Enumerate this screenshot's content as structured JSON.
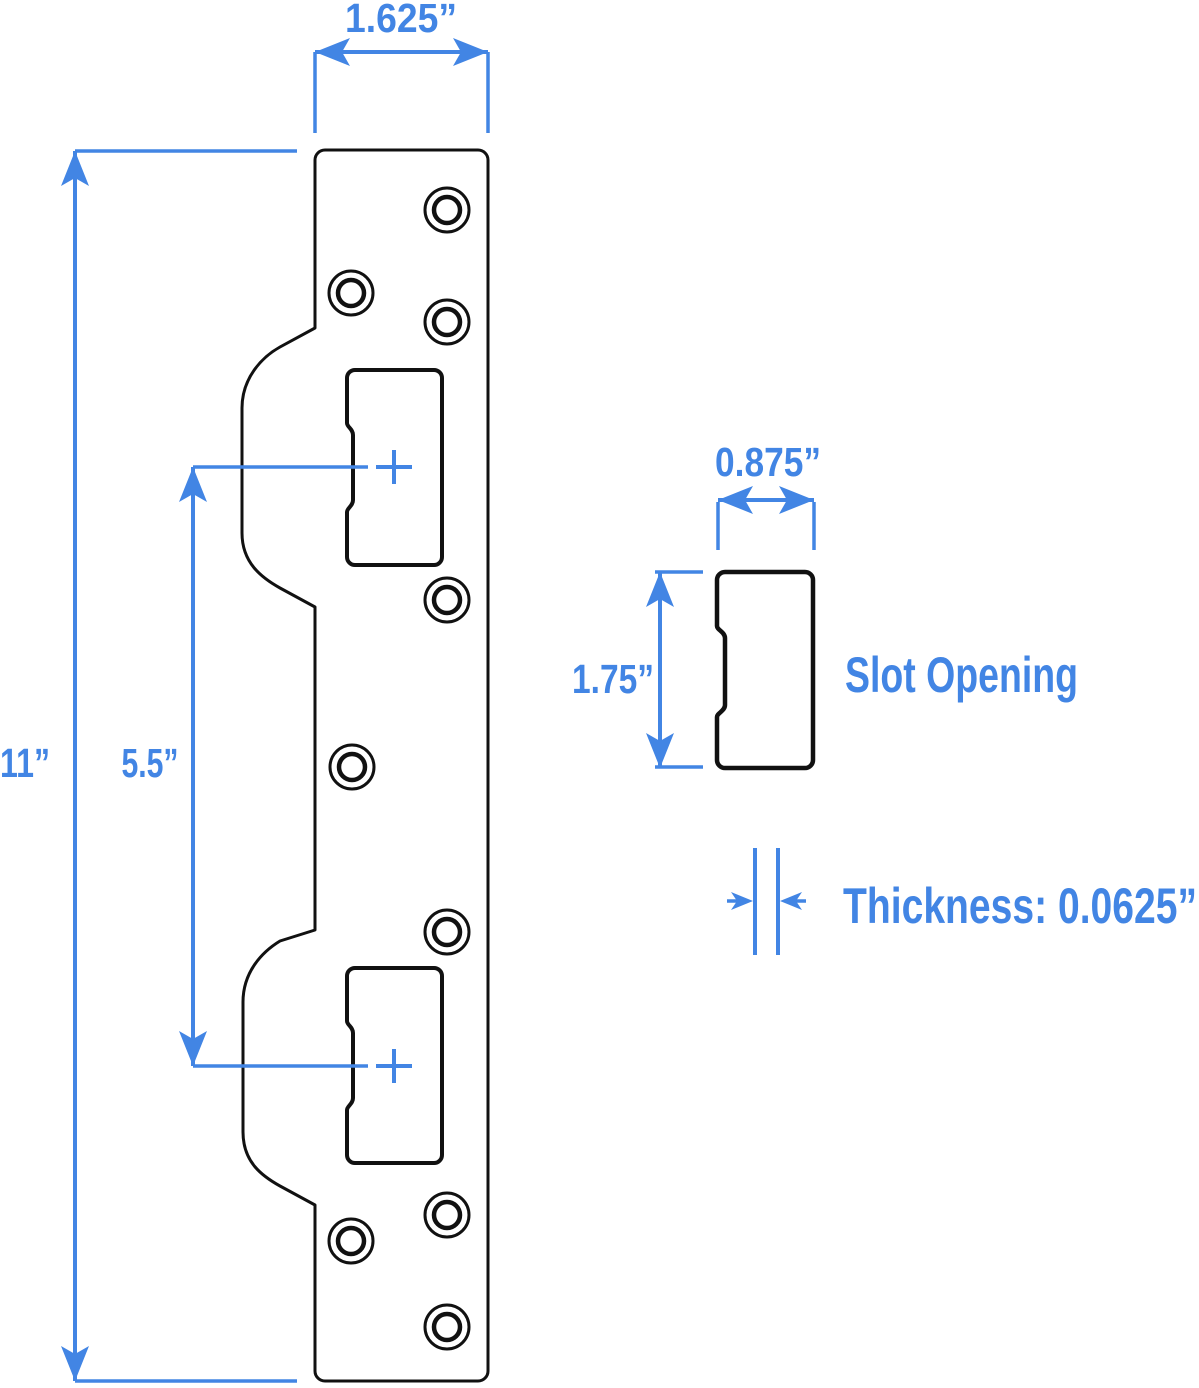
{
  "diagram": {
    "type": "technical-dimension-drawing",
    "subject": "door strike plate",
    "colors": {
      "accent": "#4285E4",
      "outline": "#111111",
      "background": "#FFFFFF"
    },
    "labels": {
      "plate_width": "1.625”",
      "plate_height": "11”",
      "slot_spacing": "5.5”",
      "slot_detail_width": "0.875”",
      "slot_detail_height": "1.75”",
      "slot_opening": "Slot Opening",
      "thickness": "Thickness: 0.0625”"
    }
  }
}
